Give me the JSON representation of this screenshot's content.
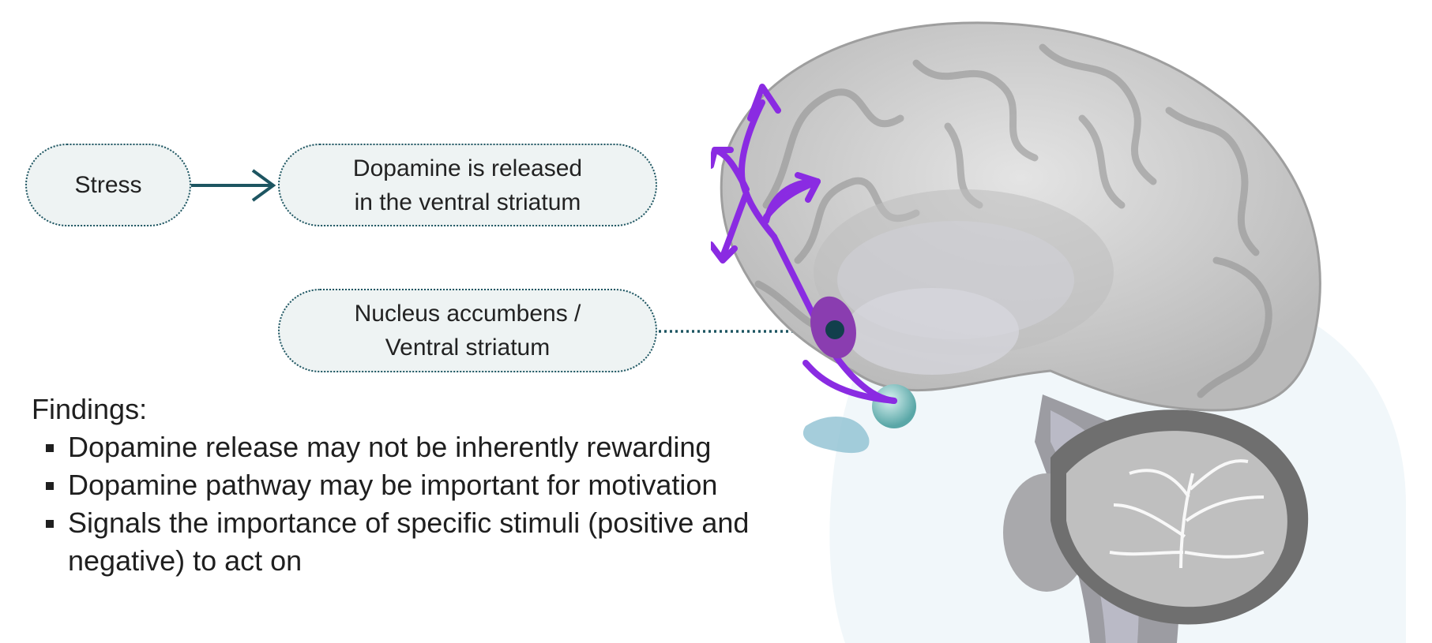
{
  "boxes": {
    "stress": "Stress",
    "dopamine": [
      "Dopamine is released",
      "in the ventral striatum"
    ],
    "nucleus": [
      "Nucleus accumbens /",
      "Ventral striatum"
    ]
  },
  "findings": {
    "heading": "Findings:",
    "items": [
      "Dopamine release may not be inherently rewarding",
      "Dopamine pathway may be important for motivation",
      "Signals the importance of specific stimuli (positive and negative) to act on"
    ]
  },
  "colors": {
    "box_fill": "#eef3f3",
    "box_border": "#1d5561",
    "pathway": "#8a2be2",
    "nucleus_marker": "#123f4c",
    "brain_gray": "#c8c8c8"
  }
}
